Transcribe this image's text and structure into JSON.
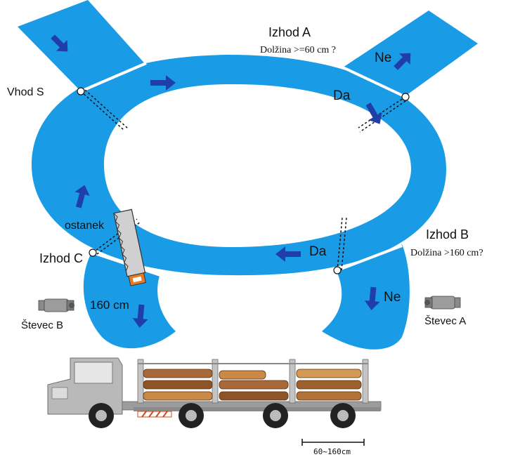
{
  "colors": {
    "conveyor": "#1a9be6",
    "arrow": "#1f3ea6",
    "background": "#ffffff",
    "truck_body": "#b9b9b9",
    "log_wood": "#a86a3a"
  },
  "labels": {
    "entrance_s": "Vhod S",
    "exit_a": "Izhod A",
    "question_a": "Dolžina >=60 cm ?",
    "no_a": "Ne",
    "yes_a": "Da",
    "exit_b": "Izhod B",
    "question_b": "Dolžina >160 cm?",
    "yes_b": "Da",
    "no_b": "Ne",
    "exit_c": "Izhod C",
    "remainder": "ostanek",
    "cut_length": "160 cm",
    "counter_b": "Števec B",
    "counter_a": "Števec A",
    "scale_range": "60~160cm"
  },
  "icons": {
    "camera_a": "camera-icon",
    "camera_b": "camera-icon",
    "saw": "saw-icon",
    "truck": "log-truck-icon"
  }
}
